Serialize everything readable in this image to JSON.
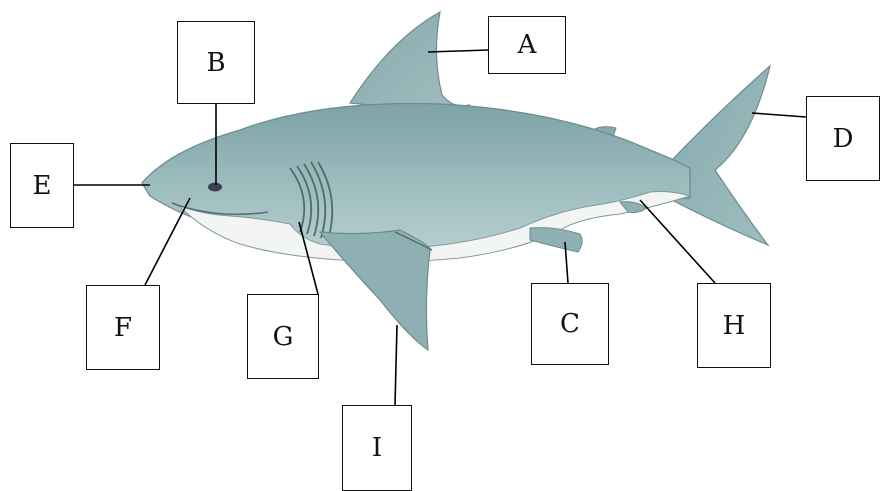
{
  "diagram": {
    "subject": "shark",
    "labels": {
      "A": "A",
      "B": "B",
      "C": "C",
      "D": "D",
      "E": "E",
      "F": "F",
      "G": "G",
      "H": "H",
      "I": "I"
    },
    "colors": {
      "body": "#8fb1b4",
      "body_dark": "#6f9397",
      "belly": "#f4f6f5",
      "outline": "#5f7d80",
      "line": "#000000"
    }
  }
}
